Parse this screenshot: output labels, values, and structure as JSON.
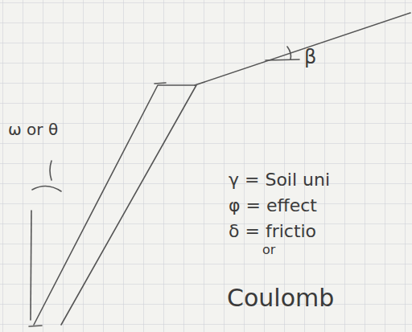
{
  "diagram": {
    "labels": [
      "ω or θ",
      "β",
      "γ = Soil uni",
      "φ = effect",
      "δ = frictio",
      "or",
      "Coulomb"
    ]
  }
}
